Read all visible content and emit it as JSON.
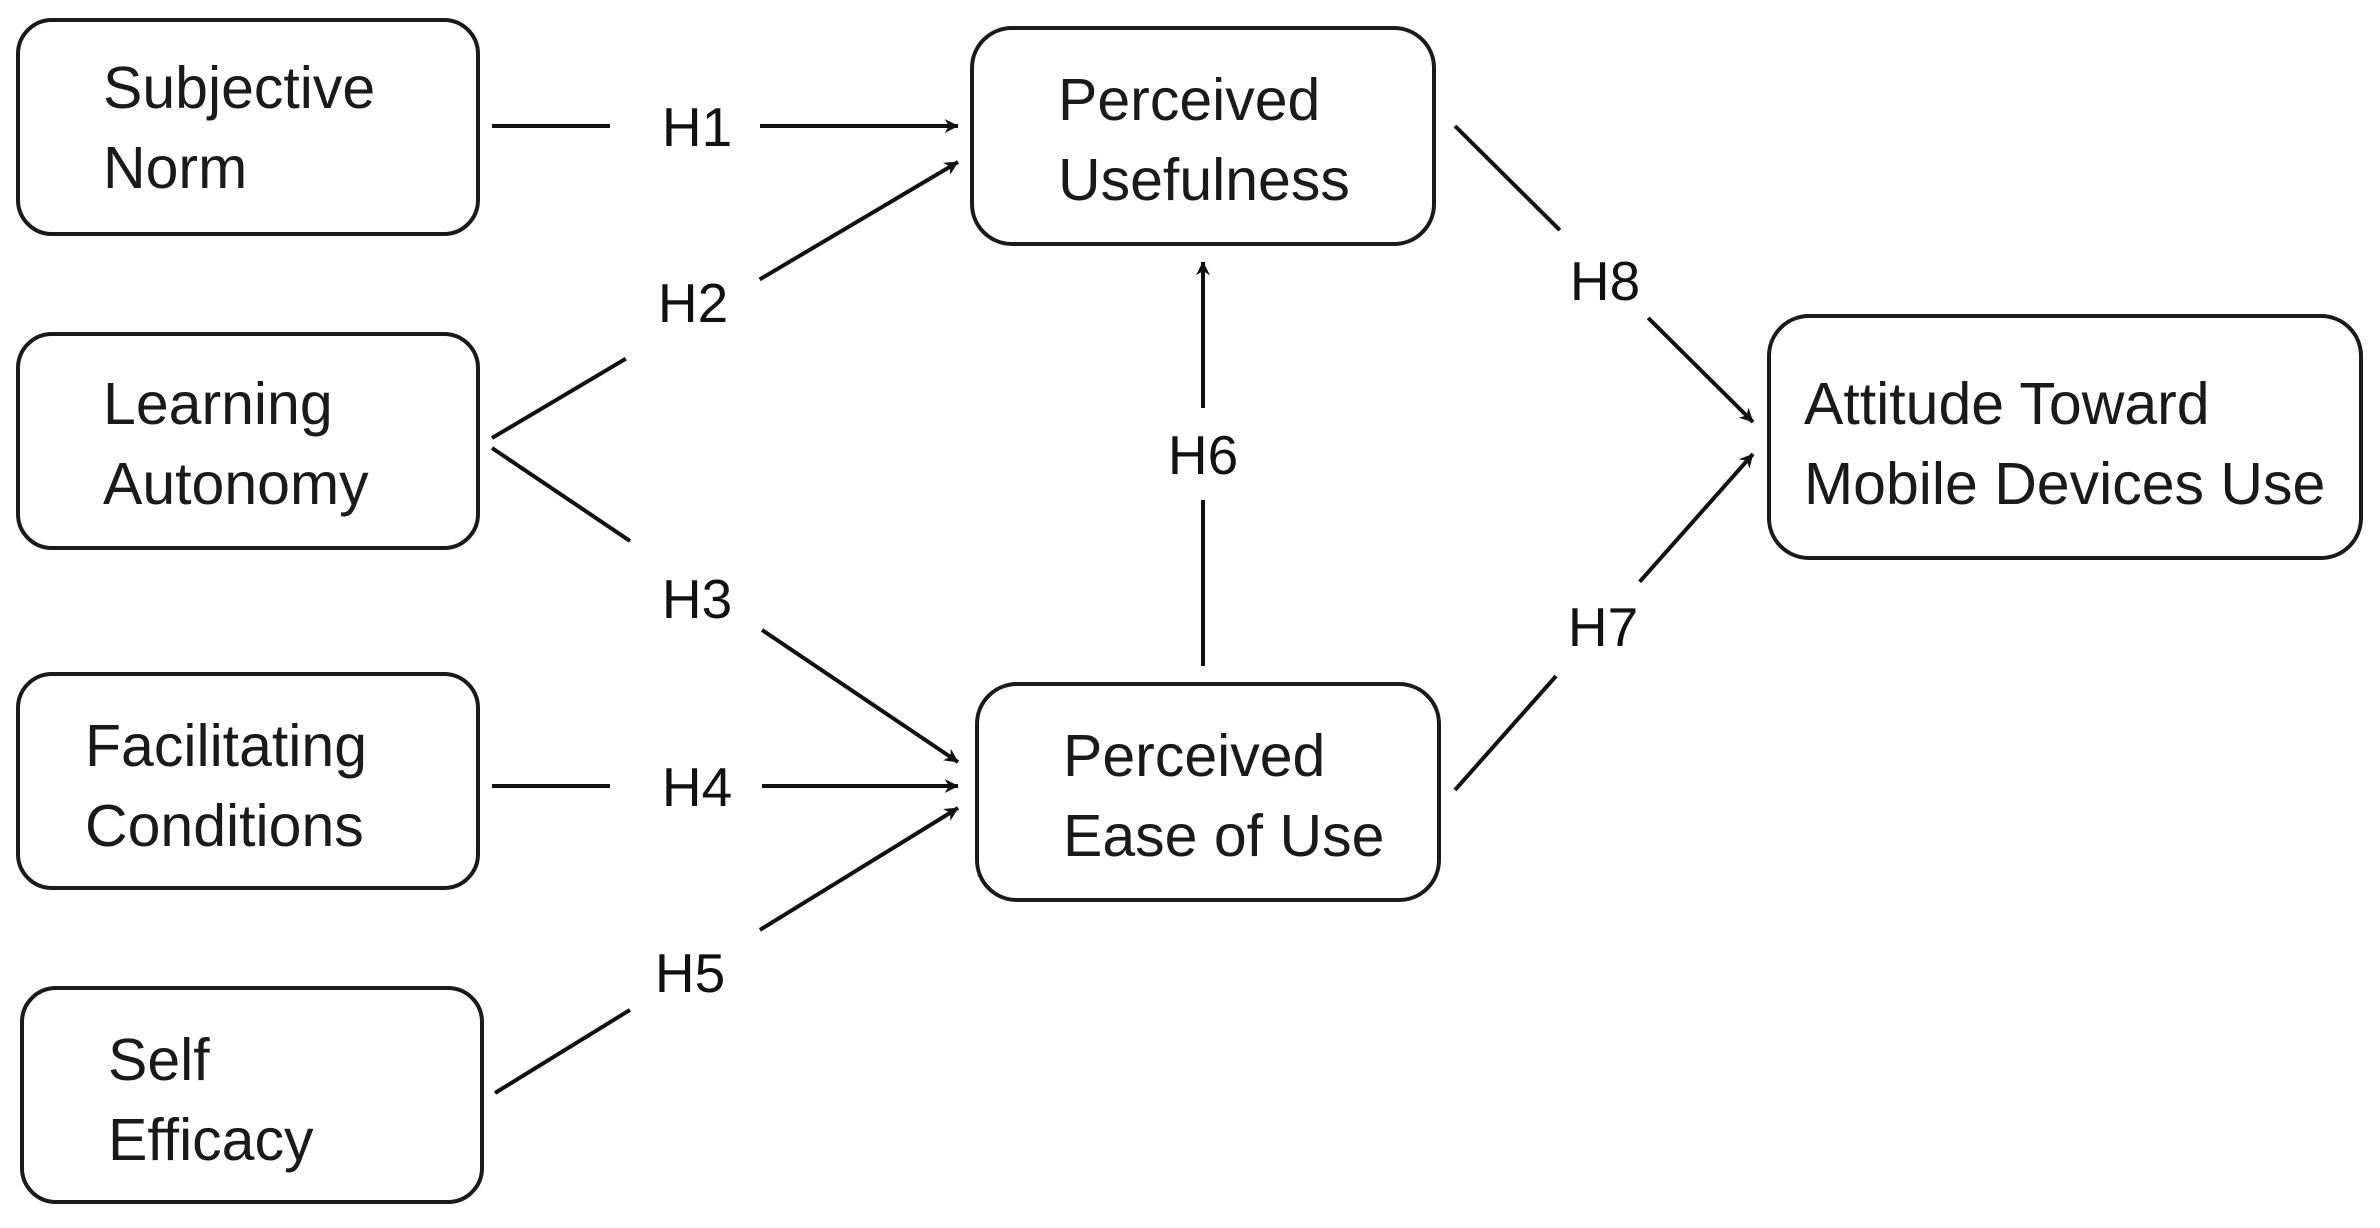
{
  "nodes": {
    "subjective_norm": {
      "lines": [
        "Subjective",
        "Norm"
      ]
    },
    "learning_autonomy": {
      "lines": [
        "Learning",
        "Autonomy"
      ]
    },
    "facilitating_conditions": {
      "lines": [
        "Facilitating",
        "Conditions"
      ]
    },
    "self_efficacy": {
      "lines": [
        "Self",
        "Efficacy"
      ]
    },
    "perceived_usefulness": {
      "lines": [
        "Perceived",
        "Usefulness"
      ]
    },
    "perceived_ease_of_use": {
      "lines": [
        "Perceived",
        "Ease of Use"
      ]
    },
    "attitude": {
      "lines": [
        "Attitude Toward",
        "Mobile Devices Use"
      ]
    }
  },
  "edges": [
    {
      "id": "h1",
      "label": "H1",
      "from": "subjective_norm",
      "to": "perceived_usefulness"
    },
    {
      "id": "h2",
      "label": "H2",
      "from": "learning_autonomy",
      "to": "perceived_usefulness"
    },
    {
      "id": "h3",
      "label": "H3",
      "from": "learning_autonomy",
      "to": "perceived_ease_of_use"
    },
    {
      "id": "h4",
      "label": "H4",
      "from": "facilitating_conditions",
      "to": "perceived_ease_of_use"
    },
    {
      "id": "h5",
      "label": "H5",
      "from": "self_efficacy",
      "to": "perceived_ease_of_use"
    },
    {
      "id": "h6",
      "label": "H6",
      "from": "perceived_ease_of_use",
      "to": "perceived_usefulness"
    },
    {
      "id": "h7",
      "label": "H7",
      "from": "perceived_ease_of_use",
      "to": "attitude"
    },
    {
      "id": "h8",
      "label": "H8",
      "from": "perceived_usefulness",
      "to": "attitude"
    }
  ]
}
